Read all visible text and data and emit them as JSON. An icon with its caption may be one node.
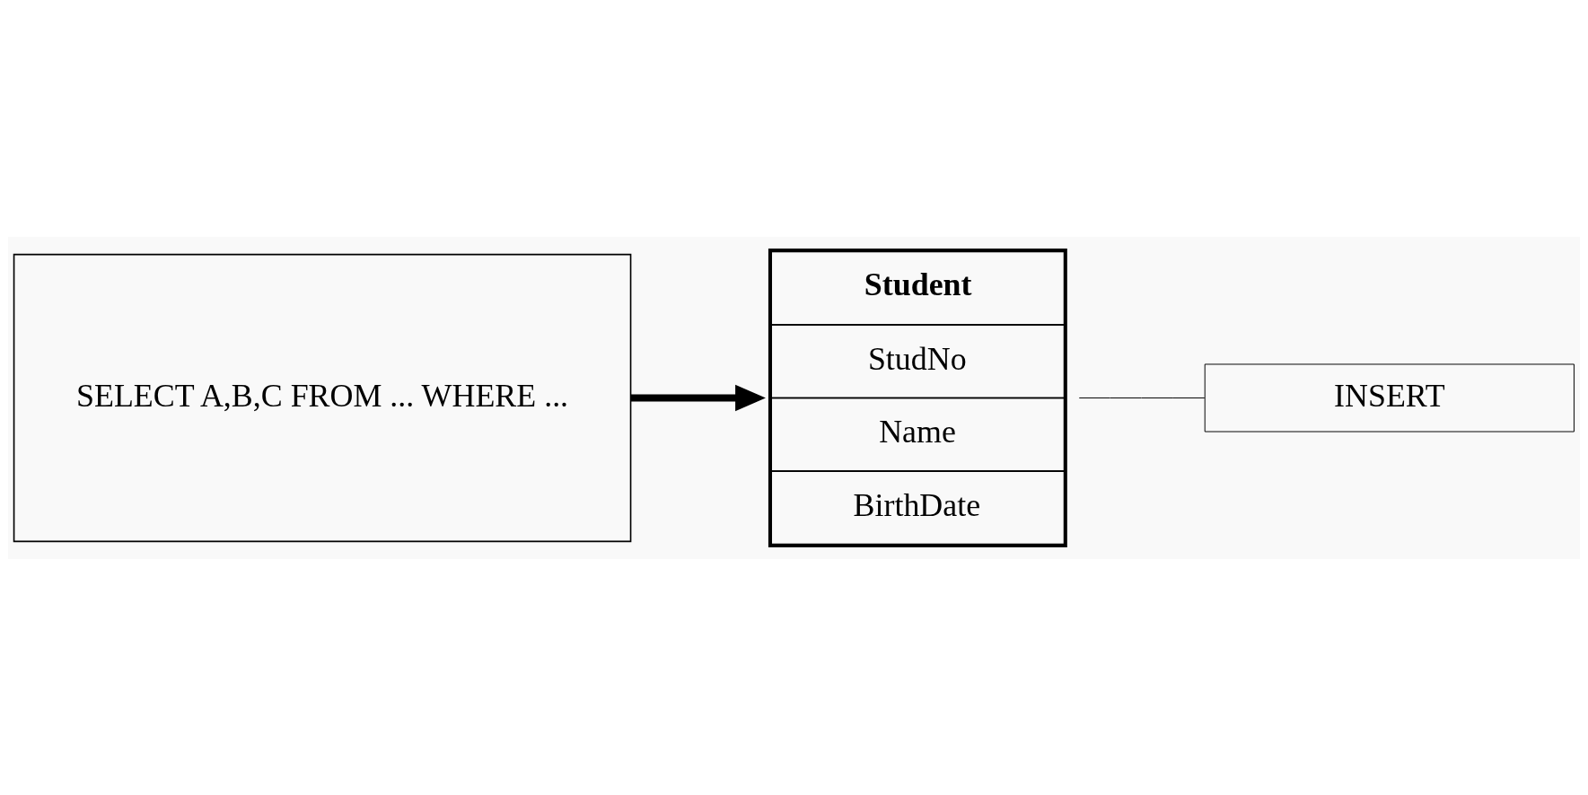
{
  "diagram": {
    "nodes": [
      {
        "text": [
          "Student",
          "StudNo",
          "Name",
          "BirthDate"
        ]
      },
      {
        "text": [
          "INSERT"
        ]
      },
      {
        "text": [
          "SELECT A,B,C FROM ... WHERE ..."
        ]
      }
    ],
    "edges": [
      {
        "from": 0,
        "to": 1,
        "arrow": "none"
      },
      {
        "from": 2,
        "to": 0,
        "arrow": "to",
        "style": "thick"
      }
    ]
  }
}
